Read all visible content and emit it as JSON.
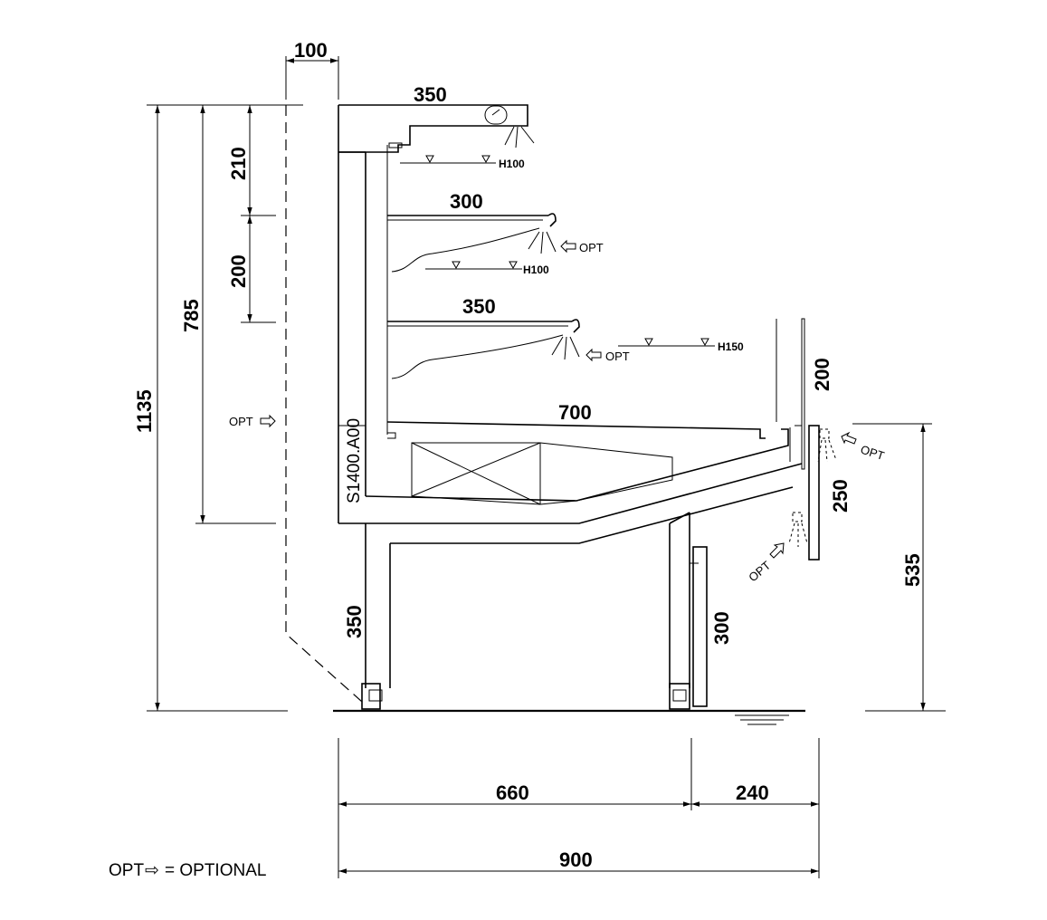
{
  "dimensions": {
    "top_offset": "100",
    "canopy_depth": "350",
    "total_height": "1135",
    "upper_height": "785",
    "canopy_gap": "210",
    "shelf_gap": "200",
    "shelf1_depth": "300",
    "shelf2_depth": "350",
    "base_depth": "700",
    "front_panel_height": "200",
    "front_drop": "250",
    "front_height": "535",
    "leg_height": "350",
    "kick_height": "300",
    "body_depth": "660",
    "front_depth": "240",
    "total_depth": "900"
  },
  "labels": {
    "shelf_level_1": "H100",
    "shelf_level_2": "H100",
    "shelf_level_3": "H150",
    "opt": "OPT",
    "model_code": "S1400.A00"
  },
  "legend": {
    "prefix": "OPT",
    "arrow": "⇨",
    "text": "= OPTIONAL"
  }
}
